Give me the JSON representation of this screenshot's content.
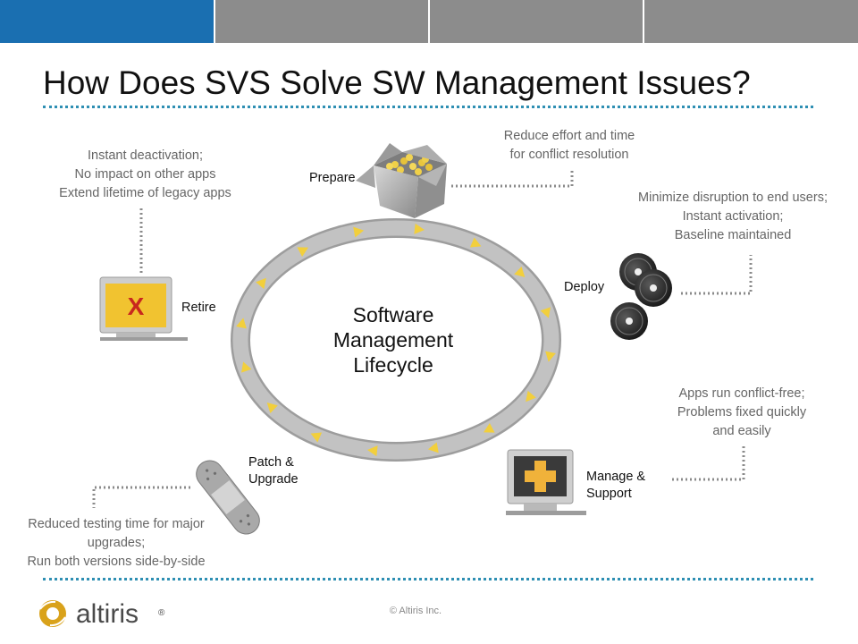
{
  "title": "How Does SVS Solve SW Management Issues?",
  "center": [
    "Software",
    "Management",
    "Lifecycle"
  ],
  "stages": {
    "prepare": {
      "label": [
        "Prepare"
      ],
      "note": [
        "Reduce effort and time",
        "for conflict resolution"
      ]
    },
    "deploy": {
      "label": [
        "Deploy"
      ],
      "note": [
        "Minimize disruption to end users;",
        "Instant activation;",
        "Baseline maintained"
      ]
    },
    "manage": {
      "label": [
        "Manage &",
        "Support"
      ],
      "note": [
        "Apps run conflict-free;",
        "Problems fixed quickly",
        "and easily"
      ]
    },
    "patch": {
      "label": [
        "Patch &",
        "Upgrade"
      ],
      "note": [
        "Reduced testing time for major",
        "upgrades;",
        "Run both versions side-by-side"
      ]
    },
    "retire": {
      "label": [
        "Retire"
      ],
      "note": [
        "Instant deactivation;",
        "No impact on other apps",
        "Extend lifetime of legacy apps"
      ]
    }
  },
  "retire_mark": "X",
  "logo_text": "altiris",
  "logo_reg": "®",
  "copyright": "© Altiris Inc.",
  "colors": {
    "header_blue": "#1a6fb1",
    "header_gray": "#8c8c8c",
    "dotted_rule": "#2e8fb3",
    "ring": "#b8b8b8",
    "arrow": "#f2cf3c",
    "logo_gold": "#d9a21b"
  }
}
